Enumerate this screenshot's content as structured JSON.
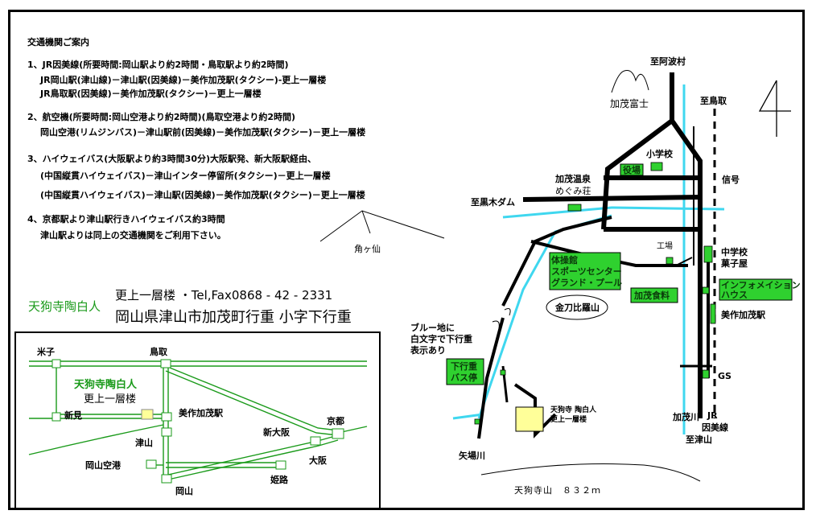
{
  "directions": {
    "title": "交通機関ご案内",
    "route1": {
      "head": "1、JR因美線(所要時間:岡山駅より約2時間・鳥取駅より約2時間)",
      "line1": "JR岡山駅(津山線)－津山駅(因美線)－美作加茂駅(タクシー)-更上一層楼",
      "line2": "JR鳥取駅(因美線)－美作加茂駅(タクシー)－更上一層楼"
    },
    "route2": {
      "head": "2、航空機(所要時間:岡山空港より約2時間)(鳥取空港より約2時間)",
      "line1": "岡山空港(リムジンバス)－津山駅前(因美線)－美作加茂駅(タクシー)－更上一層楼"
    },
    "route3": {
      "head": "3、ハイウェイバス(大阪駅より約3時間30分)大阪駅発、新大阪駅経由、",
      "line1": "(中国縦貫ハイウェイバス)－津山インター停留所(タクシー)－更上一層楼",
      "line2": "(中国縦貫ハイウェイバス)－津山駅(因美線)－美作加茂駅(タクシー)－更上一層楼"
    },
    "route4": {
      "head": "4、京都駅より津山駅行きハイウェイバス約3時間",
      "line1": "津山駅よりは同上の交通機関をご利用下さい。"
    }
  },
  "contact": {
    "sign_name": "天狗寺陶白人",
    "line1": "更上一層楼 ・Tel,Fax0868 - 42 - 2331",
    "line2": "岡山県津山市加茂町行重 小字下行重"
  },
  "regional_map": {
    "yonago": "米子",
    "tottori": "鳥取",
    "niimi": "新見",
    "sign_name": "天狗寺陶白人",
    "sign_place": "更上一層楼",
    "mimasaka_kamo": "美作加茂駅",
    "tsuyama": "津山",
    "okayama_airport": "岡山空港",
    "okayama": "岡山",
    "shin_osaka": "新大阪",
    "kyoto": "京都",
    "himeji": "姫路",
    "osaka": "大阪"
  },
  "local_map": {
    "to_aba": "至阿波村",
    "kamo_fuji": "加茂富士",
    "to_tottori": "至鳥取",
    "elementary_school": "小学校",
    "town_office": "役場",
    "signal": "信号",
    "kamo_onsen": "加茂温泉",
    "megumiso": "めぐみ荘",
    "to_kuroki_dam": "至黒木ダム",
    "tsunogasen": "角ヶ仙",
    "factory": "工場",
    "junior_high": "中学校",
    "sweets_shop": "菓子屋",
    "gym_1": "体操館",
    "gym_2": "スポーツセンター",
    "gym_3": "グランド・プール",
    "info_1": "インフォメイション",
    "info_2": "ハウス",
    "kamo_goods": "加茂食料",
    "station": "美作加茂駅",
    "kintobira": "金刀比羅山",
    "note_1": "ブルー地に",
    "note_2": "白文字で下行重",
    "note_3": "表示あり",
    "bus_1": "下行重",
    "bus_2": "バス停",
    "gs": "GS",
    "kamo_river": "加茂川",
    "jr_1": "JR",
    "jr_2": "因美線",
    "to_tsuyama": "至津山",
    "yaba_river": "矢場川",
    "site_1": "天狗寺 陶白人",
    "site_2": "更上一層楼"
  },
  "mountain_note": "天狗寺山　８３２ｍ",
  "colors": {
    "road": "#000000",
    "river": "#3fd7ef",
    "green": "#2fd12f",
    "site": "#ffff99",
    "sign_text": "#1a9a1a"
  }
}
